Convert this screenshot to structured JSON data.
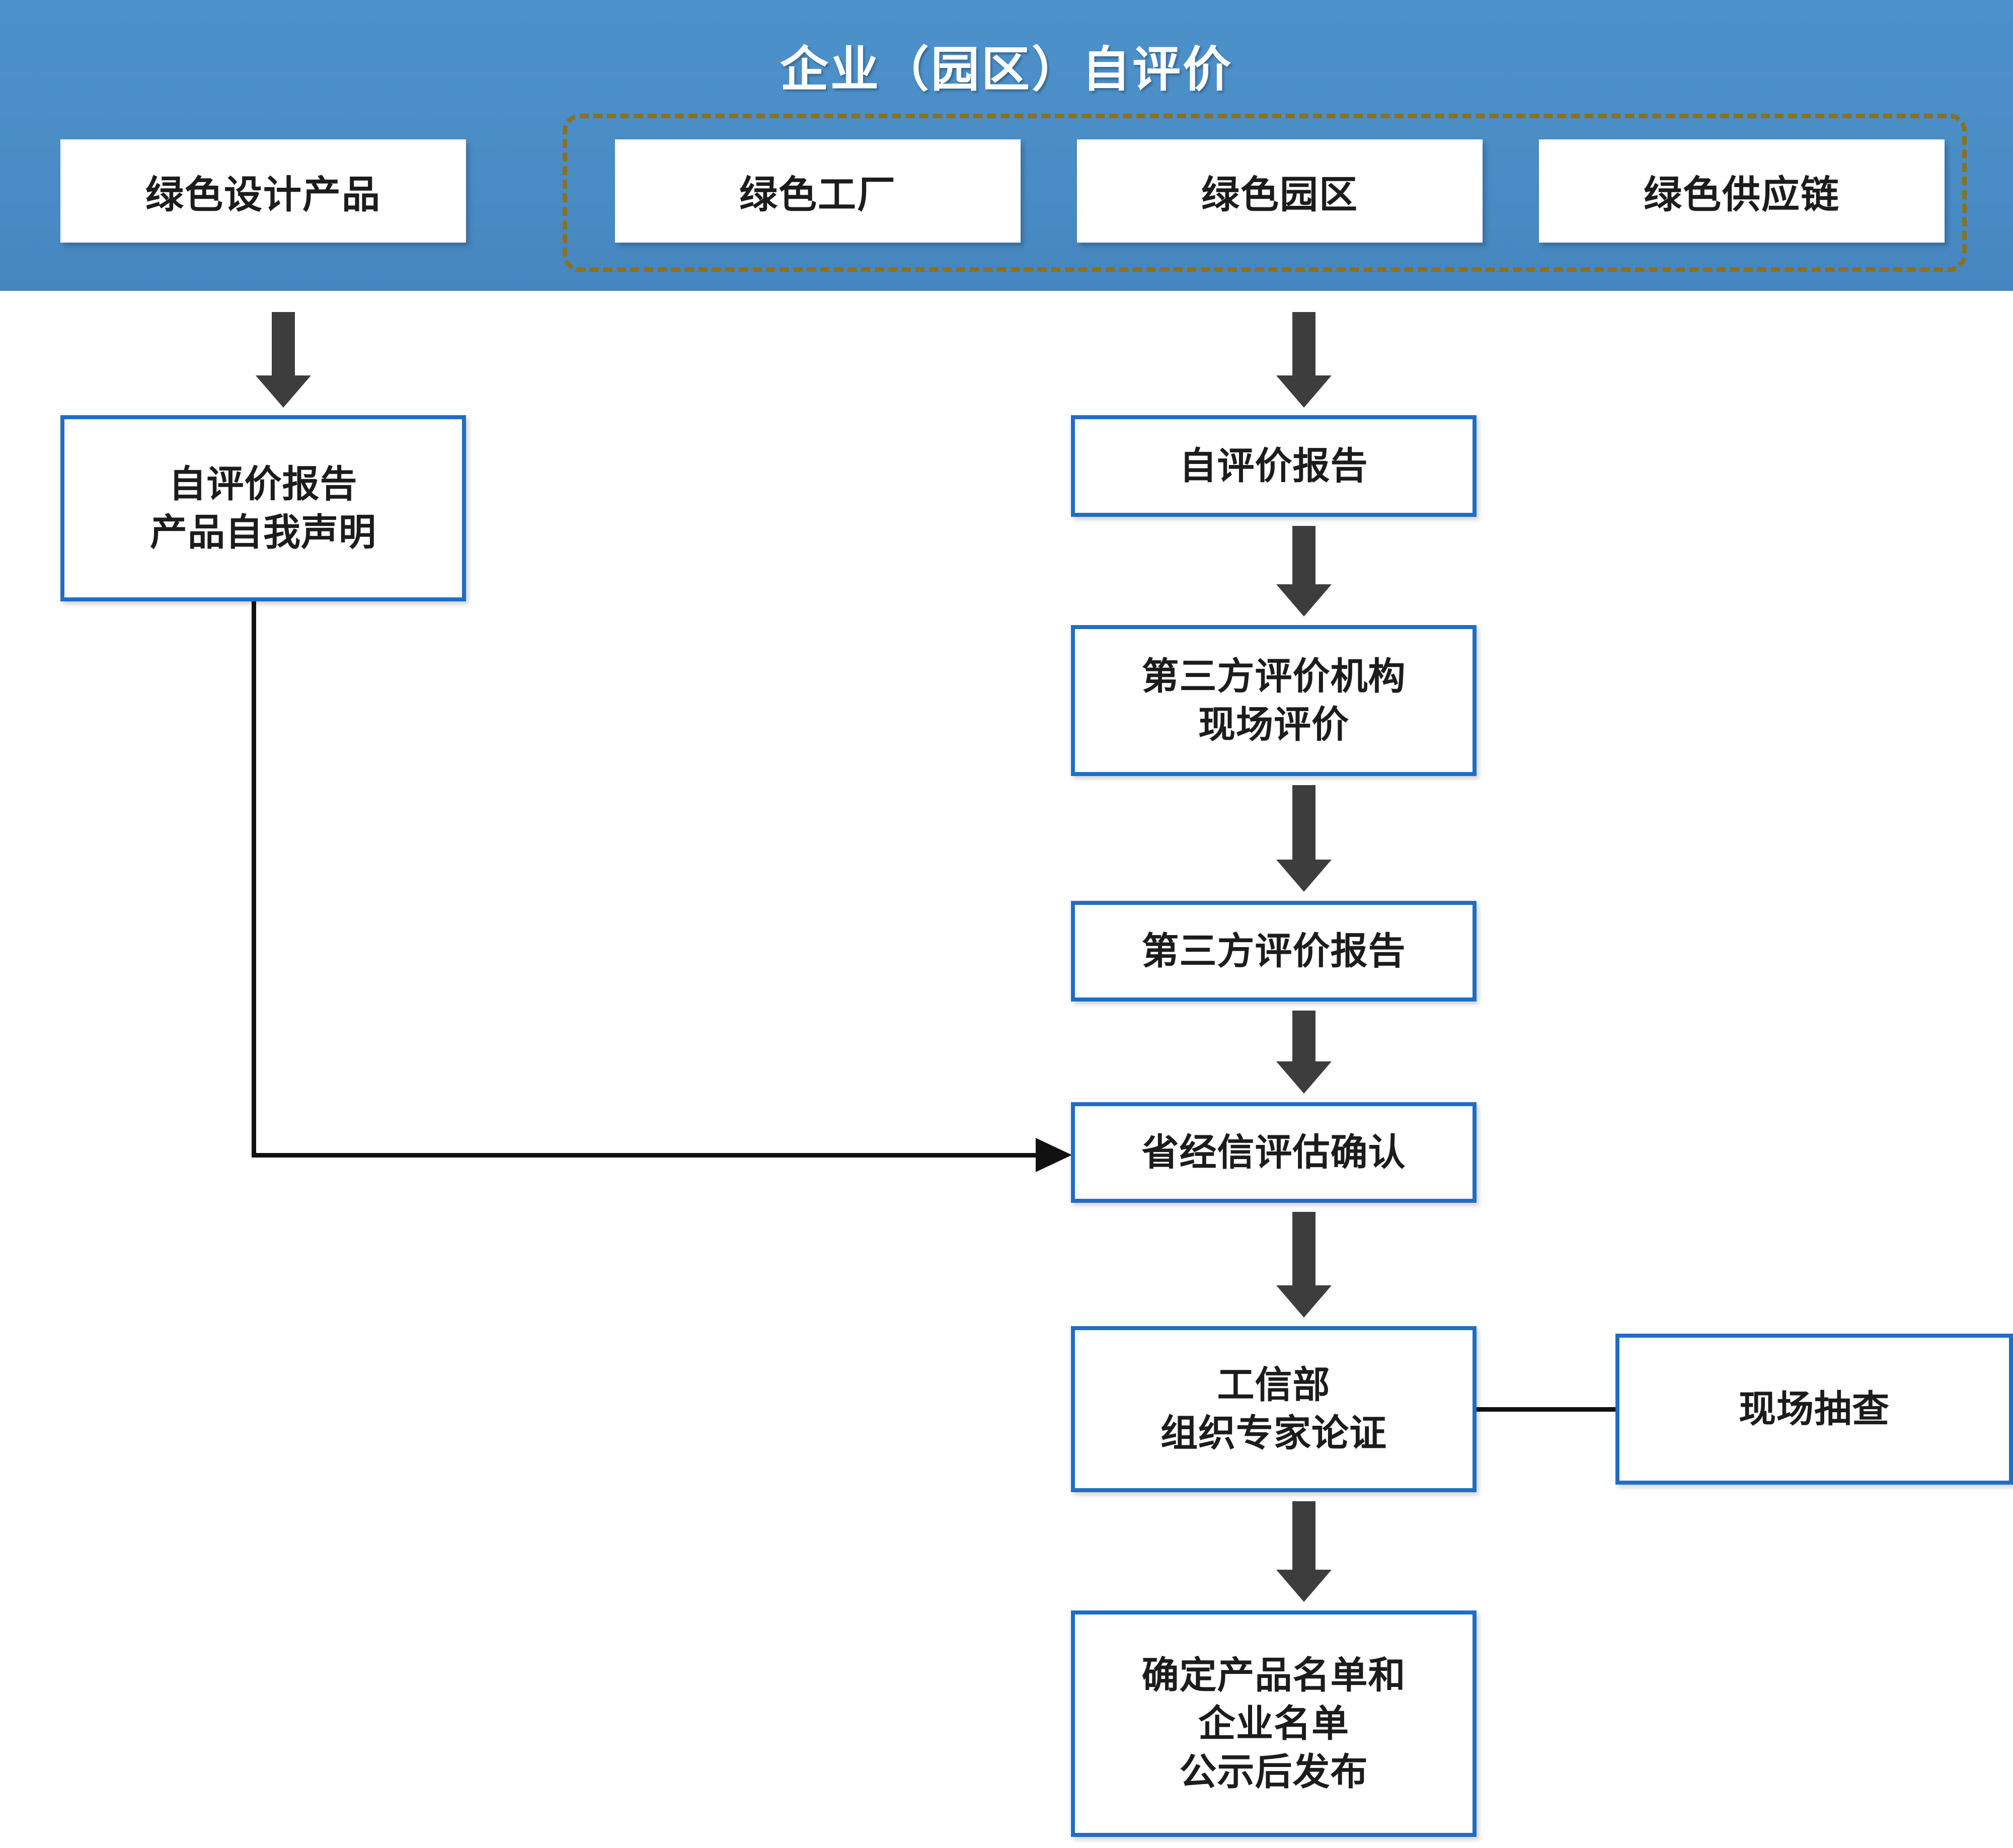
{
  "header": {
    "title": "企业（园区）自评价",
    "band_color": "#4b8fc9",
    "dashed_group_color": "#8a7122",
    "cards": [
      {
        "label": "绿色设计产品"
      },
      {
        "label": "绿色工厂"
      },
      {
        "label": "绿色园区"
      },
      {
        "label": "绿色供应链"
      }
    ]
  },
  "flow": {
    "box_border_color": "#1f6ec4",
    "arrow_color": "#3d3d3d",
    "connector_color": "#111111",
    "left_branch": {
      "report": "自评价报告\n产品自我声明"
    },
    "right_branch": {
      "self_report": "自评价报告",
      "third_party_onsite": "第三方评价机构\n现场评价",
      "third_party_report": "第三方评价报告",
      "province_confirm": "省经信评估确认",
      "miit_expert": "工信部\n组织专家论证",
      "spot_check": "现场抽查",
      "final_publish": "确定产品名单和\n企业名单\n公示后发布"
    }
  }
}
